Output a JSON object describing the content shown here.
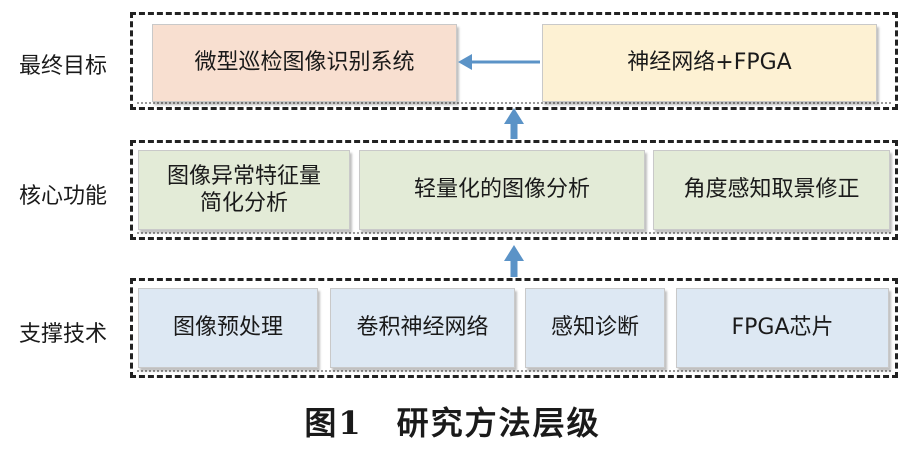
{
  "rows": {
    "goal": {
      "label": "最终目标",
      "boxes": [
        {
          "text": "微型巡检图像识别系统",
          "color": "#f8dfd0"
        },
        {
          "text": "神经网络+FPGA",
          "color": "#fdf1d3"
        }
      ]
    },
    "core": {
      "label": "核心功能",
      "boxes": [
        {
          "text": "图像异常特征量\n简化分析",
          "color": "#e3ebd7"
        },
        {
          "text": "轻量化的图像分析",
          "color": "#e3ebd7"
        },
        {
          "text": "角度感知取景修正",
          "color": "#e3ebd7"
        }
      ]
    },
    "tech": {
      "label": "支撑技术",
      "boxes": [
        {
          "text": "图像预处理",
          "color": "#dde8f3"
        },
        {
          "text": "卷积神经网络",
          "color": "#dde8f3"
        },
        {
          "text": "感知诊断",
          "color": "#dde8f3"
        },
        {
          "text": "FPGA芯片",
          "color": "#dde8f3"
        }
      ]
    }
  },
  "arrow_color": "#5b93c7",
  "caption": "图1　研究方法层级"
}
